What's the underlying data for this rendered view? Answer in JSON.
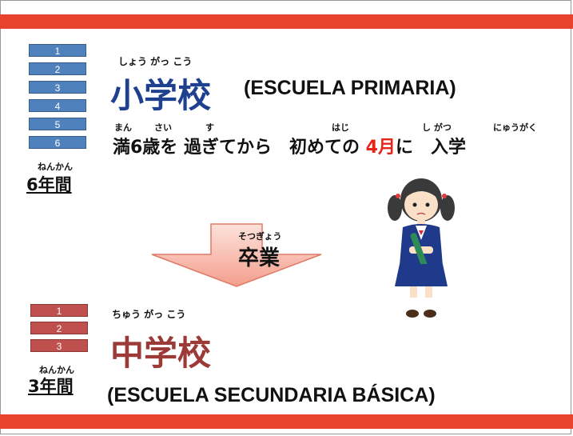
{
  "colors": {
    "band": "#e8432c",
    "primary_title": "#1f3f8f",
    "secondary_title": "#9b3a36",
    "month": "#e8231a",
    "grade_blue": "#4f81bd",
    "grade_red": "#c0504d",
    "arrow": "#f6b2a6"
  },
  "primary": {
    "grades": [
      "1",
      "2",
      "3",
      "4",
      "5",
      "6"
    ],
    "years_ruby": "ねんかん",
    "years_label": "6年間",
    "title_ruby": "しょう がっ こう",
    "title": "小学校",
    "title_es": "(ESCUELA PRIMARIA)",
    "sentence": {
      "ruby_man": "まん",
      "ruby_sai": "さい",
      "ruby_su": "す",
      "ruby_haji": "はじ",
      "ruby_shigatsu": "し がつ",
      "ruby_nyuugaku": "にゅうがく",
      "part1": "満6歳を 過ぎてから　初めての ",
      "month": "4月",
      "part2": "に　入学"
    }
  },
  "arrow": {
    "ruby": "そつぎょう",
    "label": "卒業"
  },
  "secondary": {
    "grades": [
      "1",
      "2",
      "3"
    ],
    "years_ruby": "ねんかん",
    "years_label": "3年間",
    "title_ruby": "ちゅう がっ こう",
    "title": "中学校",
    "title_es": "(ESCUELA SECUNDARIA BÁSICA)"
  },
  "illustration": {
    "icon": "schoolgirl-with-diploma-icon"
  }
}
